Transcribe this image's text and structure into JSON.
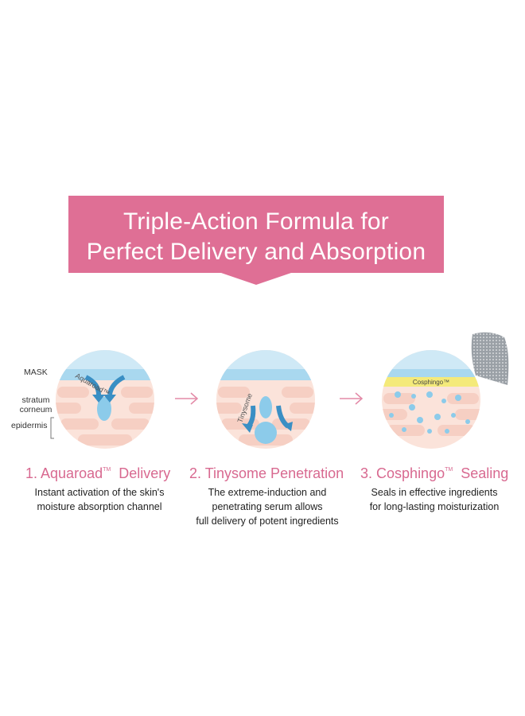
{
  "banner": {
    "line1": "Triple-Action Formula for",
    "line2": "Perfect Delivery and Absorption"
  },
  "labels": {
    "mask": "MASK",
    "stratum": "stratum",
    "corneum": "corneum",
    "epidermis": "epidermis"
  },
  "steps": [
    {
      "number": "1.",
      "name": "Aquaroad",
      "tm": "TM",
      "suffix": "Delivery",
      "inner_label": "Aquaroad™",
      "desc": [
        "Instant activation of the skin's",
        "moisture absorption channel"
      ]
    },
    {
      "number": "2.",
      "name": "Tinysome Penetration",
      "inner_label": "Tinysome",
      "desc": [
        "The extreme-induction and",
        "penetrating serum allows",
        "full delivery of potent ingredients"
      ]
    },
    {
      "number": "3.",
      "name": "Cosphingo",
      "tm": "TM",
      "suffix": "Sealing",
      "inner_label": "Cosphingo™",
      "desc": [
        "Seals in effective ingredients",
        "for long-lasting moisturization"
      ]
    }
  ],
  "colors": {
    "banner": "#df6f95",
    "title": "#d86990",
    "mask": "#bfe2f3",
    "skin": "#f9d9cf",
    "drop": "#8ccbea",
    "seal": "#f4ea7a"
  }
}
